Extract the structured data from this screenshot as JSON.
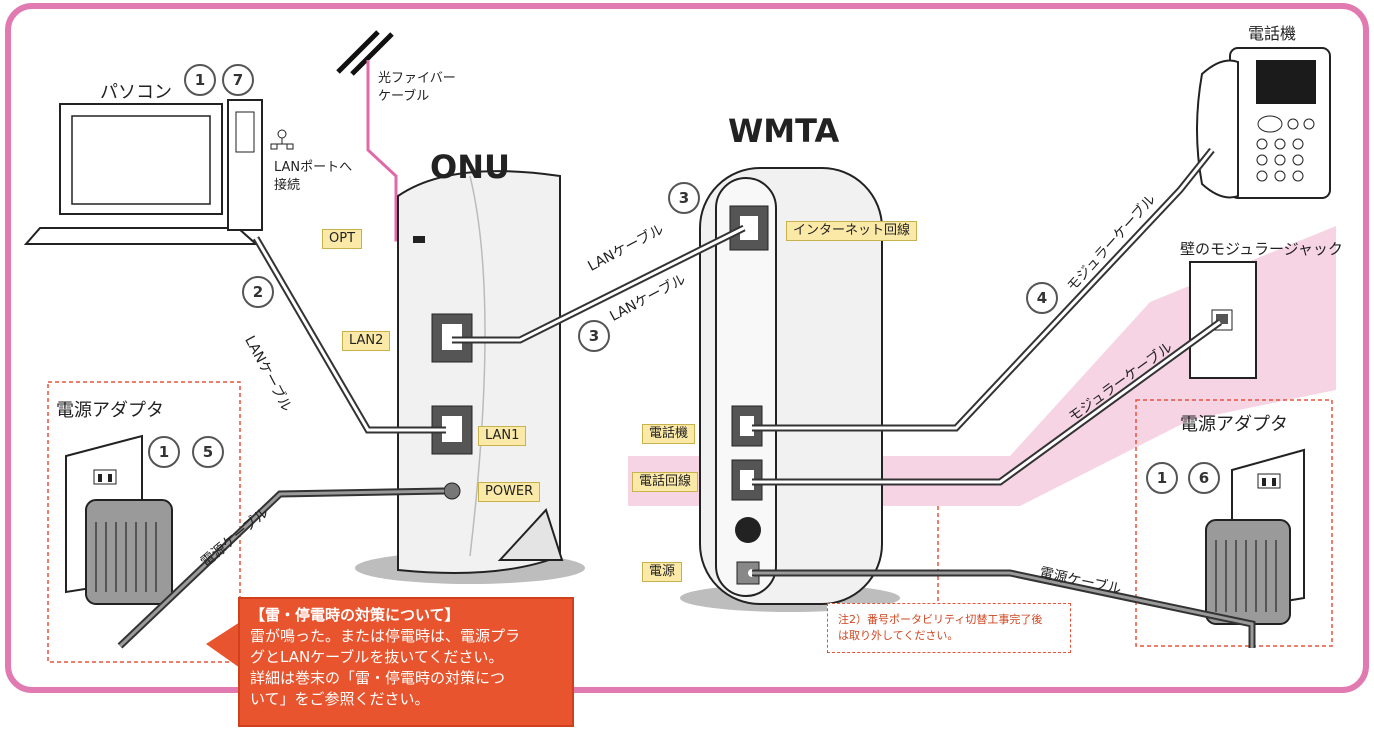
{
  "labels": {
    "pc": "パソコン",
    "fiber": "光ファイバー\nケーブル",
    "lan_port_line1": "LANポートへ",
    "lan_port_line2": "接続",
    "onu": "ONU",
    "wmta": "WMTA",
    "phone": "電話機",
    "wall_jack": "壁のモジュラージャック",
    "power_adapter_left": "電源アダプタ",
    "power_adapter_right": "電源アダプタ",
    "lan_cable_1": "LANケーブル",
    "lan_cable_2": "LANケーブル",
    "lan_cable_3": "LANケーブル",
    "modular_cable_1": "モジュラーケーブル",
    "modular_cable_2": "モジュラーケーブル",
    "power_cable_left": "電源ケーブル",
    "power_cable_right": "電源ケーブル"
  },
  "port_tags": {
    "opt": "OPT",
    "lan2": "LAN2",
    "lan1": "LAN1",
    "power": "POWER",
    "internet": "インターネット回線",
    "phone_port": "電話機",
    "phone_line": "電話回線",
    "dc": "電源"
  },
  "step_numbers": {
    "pc_a": "1",
    "pc_b": "7",
    "lan_pc": "2",
    "wmta_top": "3",
    "lan_mid": "3",
    "modular": "4",
    "left_a": "1",
    "left_b": "5",
    "right_a": "1",
    "right_b": "6"
  },
  "notice": {
    "title": "【雷・停電時の対策について】",
    "line1": "雷が鳴った。または停電時は、電源プラ",
    "line2": "グとLANケーブルを抜いてください。",
    "line3": "詳細は巻末の「雷・停電時の対策につ",
    "line4": "いて」をご参照ください。"
  },
  "note2": {
    "line1": "注2）番号ポータビリティ切替工事完了後",
    "line2": "は取り外してください。"
  },
  "colors": {
    "frame": "#e07ab0",
    "fiber": "#e06aa8",
    "highlight": "#f6cfe0",
    "tag_fill": "#fbe9a8",
    "notice": "#e8542d",
    "dashed": "#e5533a"
  }
}
